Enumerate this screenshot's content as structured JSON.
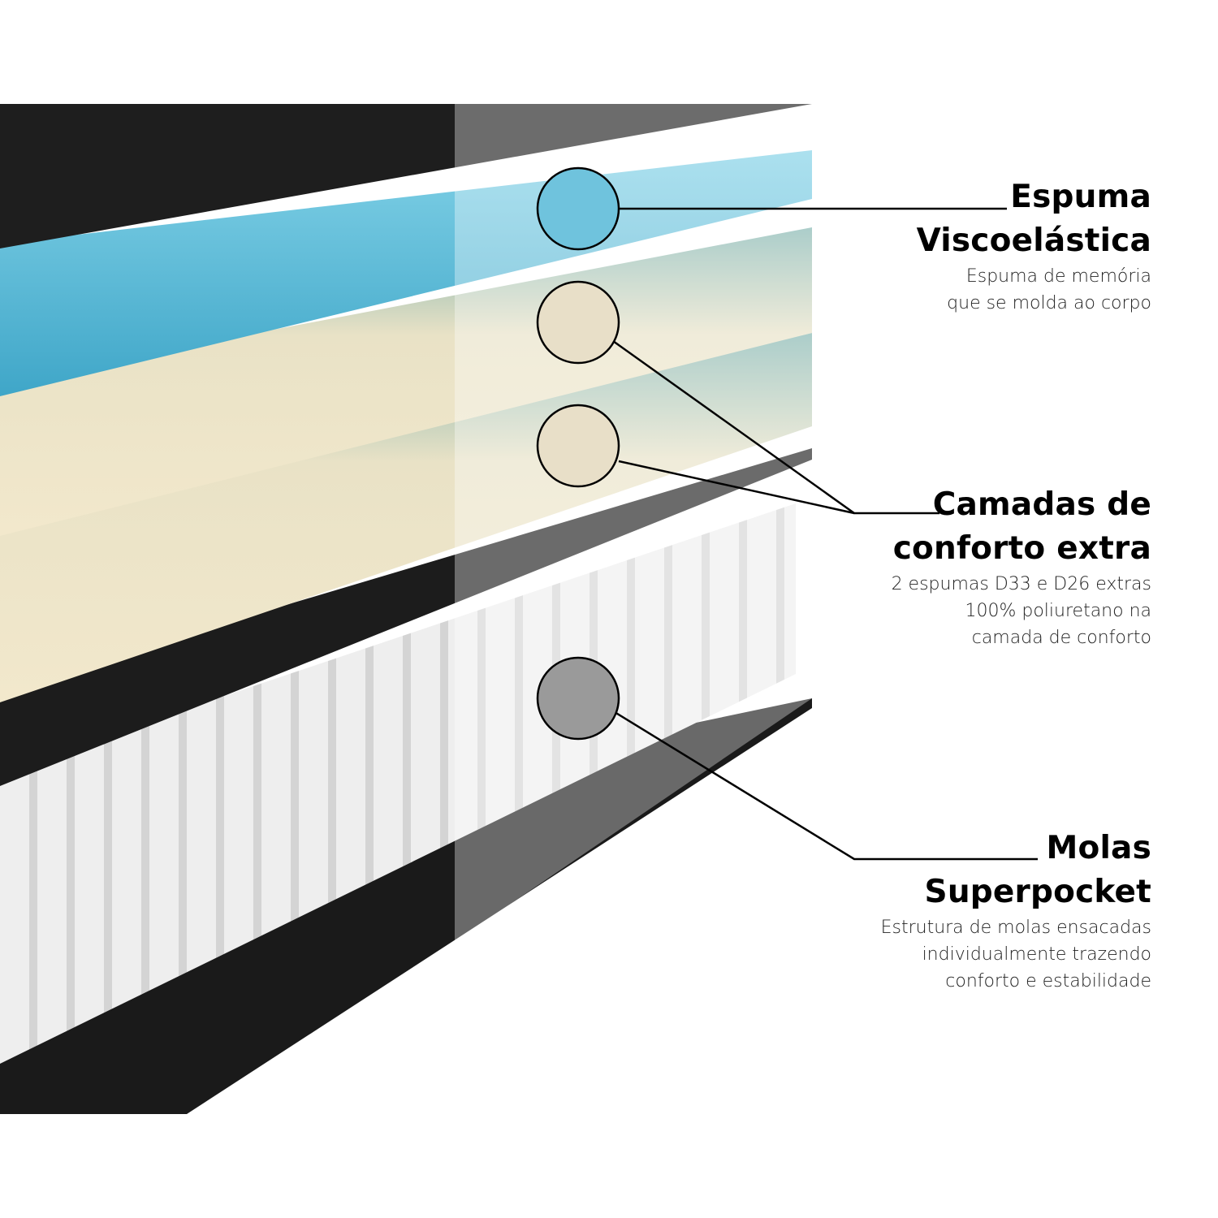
{
  "callouts": [
    {
      "title_lines": [
        "Espuma",
        "Viscoelástica"
      ],
      "description_lines": [
        "Espuma de memória",
        "que se molda ao corpo"
      ],
      "swatch_color": "#6fc3dd"
    },
    {
      "title_lines": [
        "Camadas de",
        "conforto extra"
      ],
      "description_lines": [
        "2 espumas D33 e D26 extras",
        "100% poliuretano na",
        "camada de conforto"
      ],
      "swatch_color": "#e8dfc8"
    },
    {
      "title_lines": [
        "Molas",
        "Superpocket"
      ],
      "description_lines": [
        "Estrutura de molas ensacadas",
        "individualmente trazendo",
        "conforto e estabilidade"
      ],
      "swatch_color": "#9a9a9a"
    }
  ],
  "colors": {
    "fabric": "#1c1c1c",
    "viscoelastic_foam": "#4fb3d3",
    "comfort_foam": "#efe6cc",
    "springs": "#f2f2f2"
  }
}
